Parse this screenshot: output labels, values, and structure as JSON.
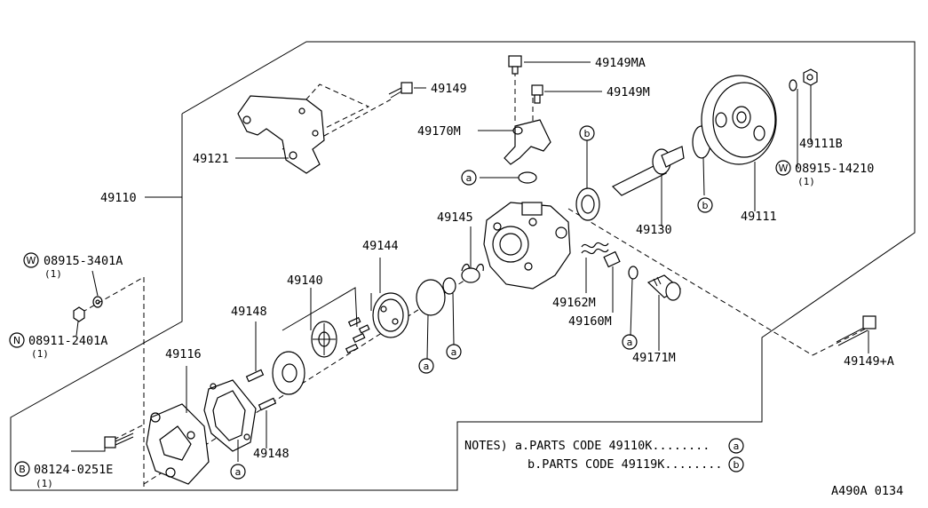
{
  "labels": {
    "p49149MA": "49149MA",
    "p49149": "49149",
    "p49149M": "49149M",
    "p49170M": "49170M",
    "p49121": "49121",
    "p49110": "49110",
    "p49111B": "49111B",
    "w08915_14210": "08915-14210",
    "w08915_14210_qty": "(1)",
    "p49130": "49130",
    "p49111": "49111",
    "p49145": "49145",
    "p49144": "49144",
    "p49140": "49140",
    "p49148a": "49148",
    "p49148b": "49148",
    "p49116": "49116",
    "w08915_3401A": "08915-3401A",
    "w08915_3401A_qty": "(1)",
    "n08911_2401A": "08911-2401A",
    "n08911_2401A_qty": "(1)",
    "b08124_0251E": "08124-0251E",
    "b08124_0251E_qty": "(1)",
    "p49162M": "49162M",
    "p49160M": "49160M",
    "p49171M": "49171M",
    "p49149A": "49149+A"
  },
  "markers": {
    "a": "a",
    "b": "b",
    "W": "W",
    "N": "N",
    "B": "B"
  },
  "notes": {
    "line1_prefix": "NOTES) a.PARTS CODE 49110K........",
    "line1_ref": "a",
    "line2_prefix": "b.PARTS CODE 49119K........",
    "line2_ref": "b"
  },
  "footer": {
    "diagram_code": "A490A 0134"
  }
}
